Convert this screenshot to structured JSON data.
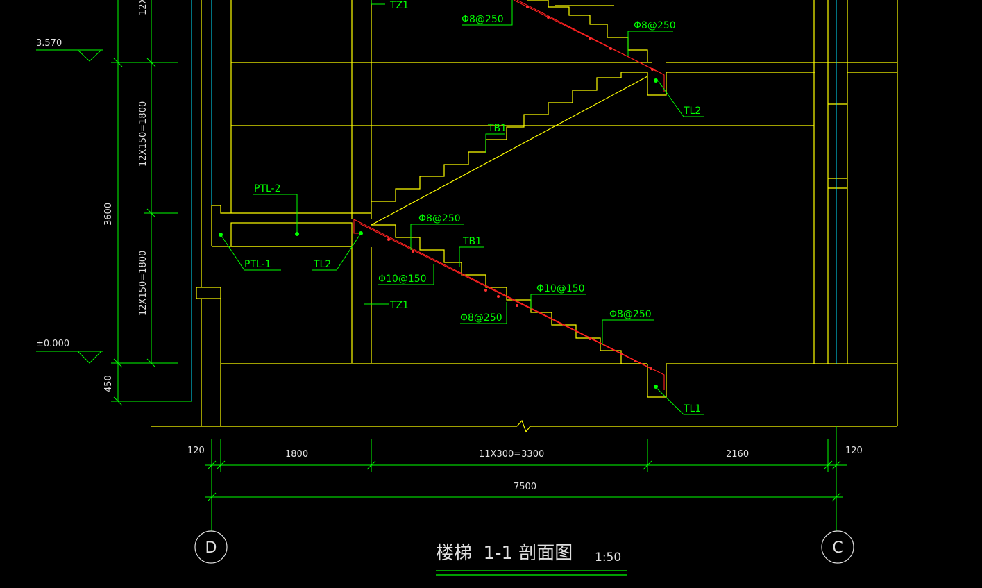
{
  "colors": {
    "background": "#000000",
    "structure": "#ffff00",
    "dimension": "#00ff00",
    "rebar": "#ff0000",
    "gridline": "#00ffff",
    "text": "#e0e0e0"
  },
  "elevations": {
    "upper": "3.570",
    "ground": "±0.000"
  },
  "vertical_dims": {
    "top": "12X",
    "upper_flight": "12X150=1800",
    "total": "3600",
    "lower_flight": "12X150=1800",
    "base": "450"
  },
  "horizontal_dims": {
    "left_wall": "120",
    "landing": "1800",
    "flight": "11X300=3300",
    "right_landing": "2160",
    "right_wall": "120",
    "total": "7500"
  },
  "component_labels": {
    "tz1_top": "TZ1",
    "tz1_mid": "TZ1",
    "tb1_upper": "TB1",
    "tb1_lower": "TB1",
    "ptl2": "PTL-2",
    "ptl1": "PTL-1",
    "tl2_left": "TL2",
    "tl2_right": "TL2",
    "tl1": "TL1"
  },
  "rebar_labels": {
    "top_left": "Φ8@250",
    "top_right": "Φ8@250",
    "lower_top": "Φ8@250",
    "lower_d10_a": "Φ10@150",
    "lower_d10_b": "Φ10@150",
    "lower_d8_a": "Φ8@250",
    "lower_d8_b": "Φ8@250"
  },
  "axes": {
    "left": "D",
    "right": "C"
  },
  "drawing_title": {
    "name": "楼梯  1-1 剖面图",
    "scale": "1:50"
  }
}
